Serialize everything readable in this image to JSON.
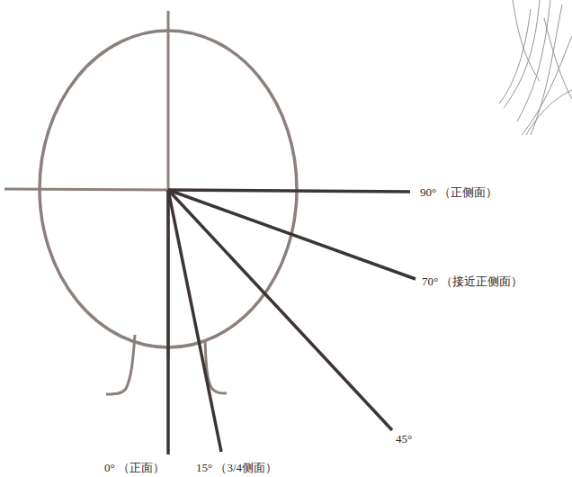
{
  "diagram": {
    "labels": [
      "90° （正侧面）",
      "70° （接近正侧面）",
      "45°",
      "0° （正面）",
      "15° （3/4侧面）"
    ]
  }
}
